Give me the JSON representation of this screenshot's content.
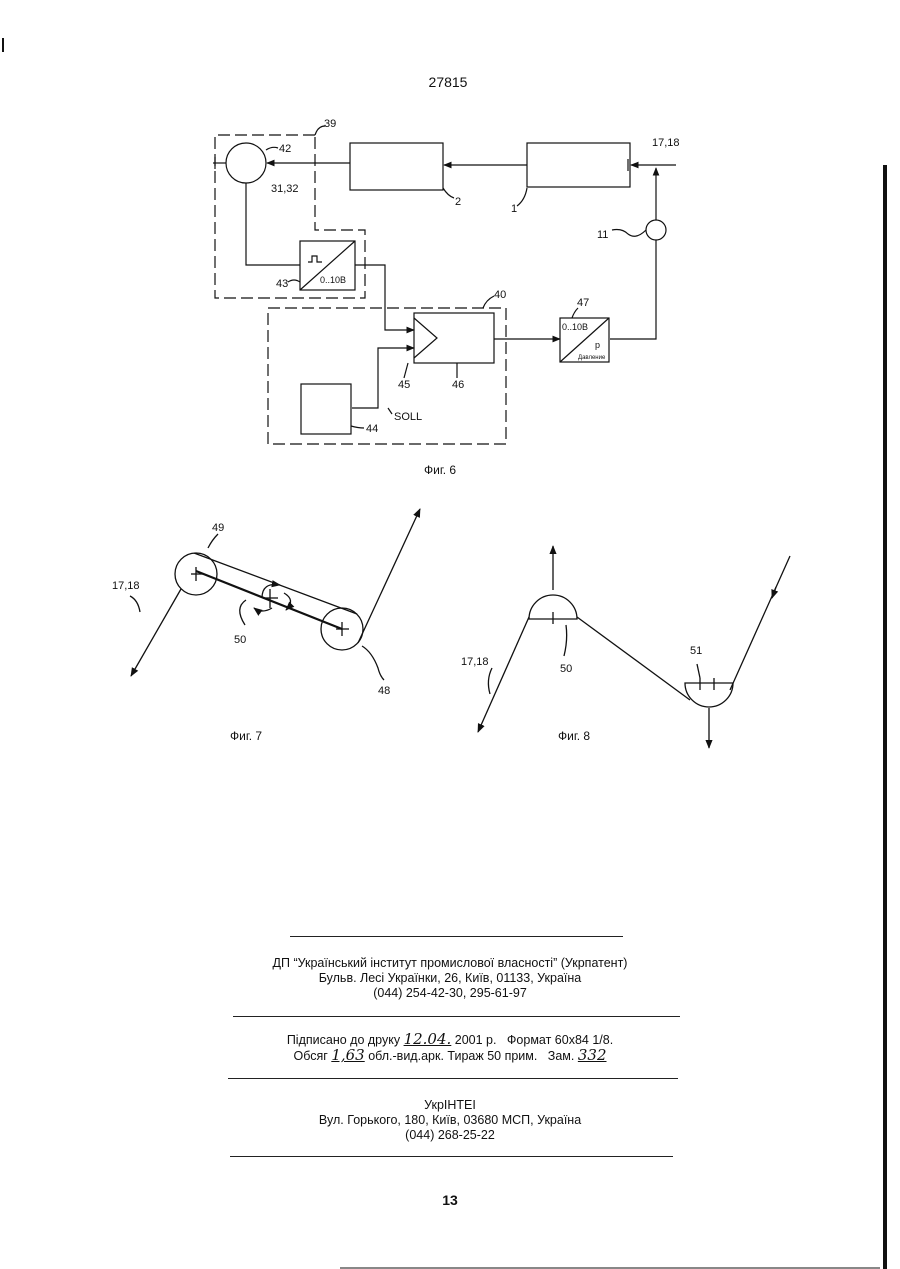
{
  "header": {
    "patent_number": "27815"
  },
  "fig6": {
    "caption": "Фиг. 6",
    "labels": {
      "l39": "39",
      "l42": "42",
      "l3132": "31,32",
      "l2": "2",
      "l1": "1",
      "l1718": "17,18",
      "l11": "11",
      "l43": "43",
      "l0_10b": "0..10В",
      "l40": "40",
      "l47": "47",
      "l47_range": "0..10В",
      "l47_p": "p",
      "l47_name": "Давление",
      "l45": "45",
      "l46": "46",
      "lsoll": "SOLL",
      "l44": "44"
    }
  },
  "fig7": {
    "caption": "Фиг. 7",
    "labels": {
      "l49": "49",
      "l1718": "17,18",
      "l50": "50",
      "l48": "48"
    }
  },
  "fig8": {
    "caption": "Фиг. 8",
    "labels": {
      "l50": "50",
      "l51": "51",
      "l1718": "17,18"
    }
  },
  "footer": {
    "org_line1": "ДП “Український інститут промислової власності” (Укрпатент)",
    "org_line2": "Бульв. Лесі Українки, 26, Київ, 01133, Україна",
    "org_line3": "(044) 254-42-30, 295-61-97",
    "signed_prefix": "Підписано до друку",
    "signed_date_hand": "12.04.",
    "signed_year": "2001 р.",
    "format": "Формат 60х84 1/8.",
    "volume_prefix": "Обсяг",
    "volume_hand": "1,63",
    "volume_suffix": "обл.-вид.арк.",
    "print_run": "Тираж 50 прим.",
    "order_prefix": "Зам.",
    "order_hand": "332",
    "printer_name": "УкрІНТЕІ",
    "printer_address": "Вул. Горького, 180, Київ, 03680 МСП, Україна",
    "printer_phone": "(044) 268-25-22"
  },
  "page_number": "13"
}
